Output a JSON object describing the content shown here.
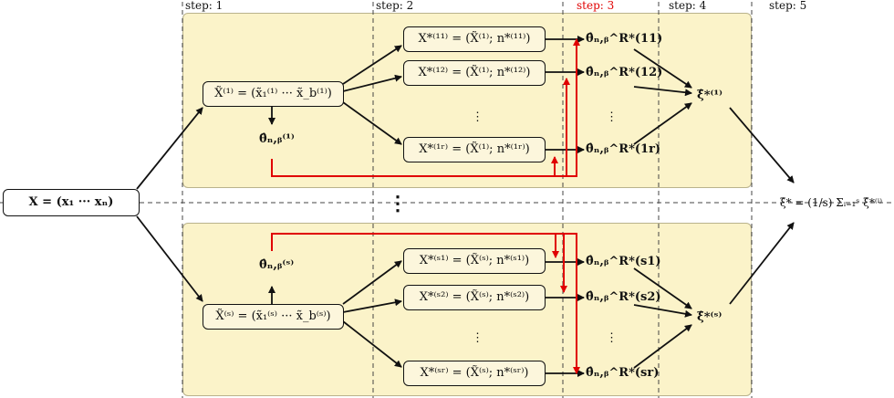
{
  "steps": [
    "step: 1",
    "step: 2",
    "step: 3",
    "step: 4",
    "step: 5"
  ],
  "colors": {
    "panel": "#fbf3c9",
    "highlight": "#e00000",
    "arrow": "#111111"
  },
  "root_node": "X = (x₁ ··· xₙ)",
  "groups": [
    {
      "subsample": "X̃⁽¹⁾ = (x̃₁⁽¹⁾ ··· x̃_b⁽¹⁾)",
      "estimate": "θ̂ₙ,ᵦ⁽¹⁾",
      "resamples": [
        "X*⁽¹¹⁾ = (X̃⁽¹⁾; n*⁽¹¹⁾)",
        "X*⁽¹²⁾ = (X̃⁽¹⁾; n*⁽¹²⁾)",
        "X*⁽¹ʳ⁾ = (X̃⁽¹⁾; n*⁽¹ʳ⁾)"
      ],
      "replicates": [
        "θ̂ₙ,ᵦ^R*(11)",
        "θ̂ₙ,ᵦ^R*(12)",
        "θ̂ₙ,ᵦ^R*(1r)"
      ],
      "aggregate": "ξ̂*⁽¹⁾"
    },
    {
      "subsample": "X̃⁽ˢ⁾ = (x̃₁⁽ˢ⁾ ··· x̃_b⁽ˢ⁾)",
      "estimate": "θ̂ₙ,ᵦ⁽ˢ⁾",
      "resamples": [
        "X*⁽ˢ¹⁾ = (X̃⁽ˢ⁾; n*⁽ˢ¹⁾)",
        "X*⁽ˢ²⁾ = (X̃⁽ˢ⁾; n*⁽ˢ²⁾)",
        "X*⁽ˢʳ⁾ = (X̃⁽ˢ⁾; n*⁽ˢʳ⁾)"
      ],
      "replicates": [
        "θ̂ₙ,ᵦ^R*(s1)",
        "θ̂ₙ,ᵦ^R*(s2)",
        "θ̂ₙ,ᵦ^R*(sr)"
      ],
      "aggregate": "ξ̂*⁽ˢ⁾"
    }
  ],
  "final": "ξ̂* = (1/s) Σᵢ₌₁ˢ ξ̂*⁽ⁱ⁾",
  "ellipsis": "⋮"
}
